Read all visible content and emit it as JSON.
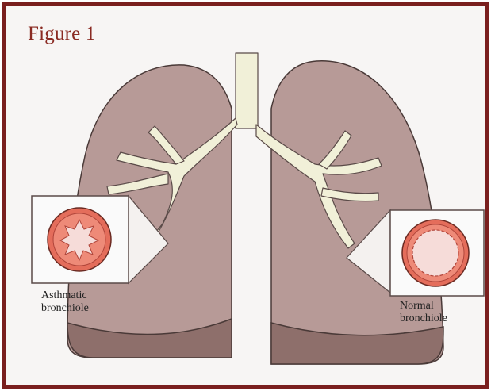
{
  "figure": {
    "title": "Figure 1",
    "labels": {
      "asthmatic": [
        "Asthmatic",
        "bronchiole"
      ],
      "normal": [
        "Normal",
        "bronchiole"
      ]
    }
  },
  "colors": {
    "border": "#7a1f1e",
    "title": "#8a2a22",
    "lung": "#b79a97",
    "lung_lower": "#8e6f6b",
    "airway": "#f1f0d8",
    "bronchiole_wall": "#e46d5b",
    "bronchiole_lumen": "#f6dcd9"
  }
}
